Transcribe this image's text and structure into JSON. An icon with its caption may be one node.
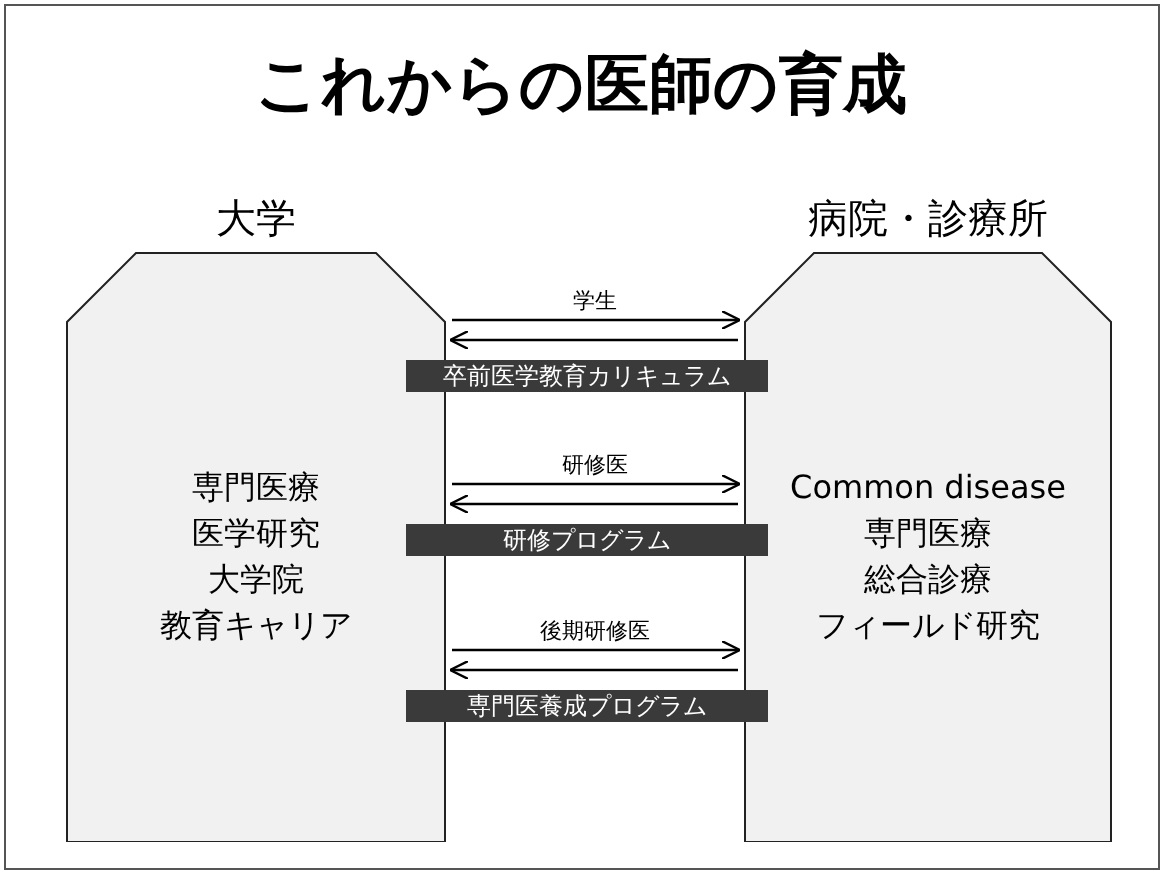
{
  "diagram": {
    "title": "これからの医師の育成",
    "nodes": [
      {
        "text": [
          "大学",
          "専門医療",
          "医学研究",
          "大学院",
          "教育キャリア"
        ]
      },
      {
        "text": [
          "病院・診療所",
          "Common disease",
          "専門医療",
          "総合診療",
          "フィールド研究"
        ]
      },
      {
        "text": [
          "卒前医学教育カリキュラム"
        ]
      },
      {
        "text": [
          "研修プログラム"
        ]
      },
      {
        "text": [
          "専門医養成プログラム"
        ]
      }
    ],
    "edges": [
      {
        "from": 0,
        "to": 1,
        "arrow": "to",
        "label": "学生"
      },
      {
        "from": 1,
        "to": 0,
        "arrow": "to"
      },
      {
        "from": 0,
        "to": 1,
        "arrow": "to",
        "label": "研修医"
      },
      {
        "from": 1,
        "to": 0,
        "arrow": "to"
      },
      {
        "from": 0,
        "to": 1,
        "arrow": "to",
        "label": "後期研修医"
      },
      {
        "from": 1,
        "to": 0,
        "arrow": "to"
      }
    ]
  }
}
